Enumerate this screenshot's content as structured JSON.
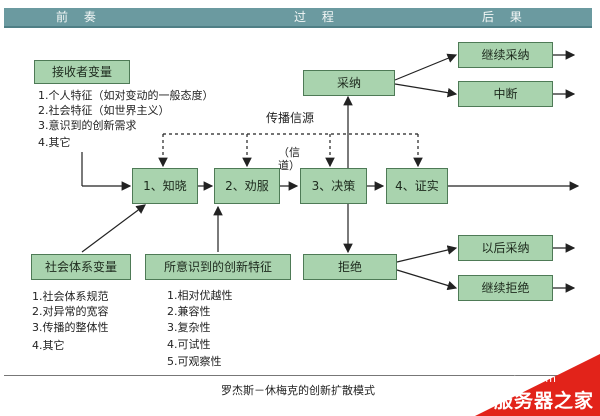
{
  "header": {
    "left": "前 奏",
    "middle": "过 程",
    "right": "后 果"
  },
  "receiver": {
    "title": "接收者变量",
    "items": [
      "1.个人特征（如对变动的一般态度）",
      "2.社会特征（如世界主义）",
      "3.意识到的创新需求",
      "4.其它"
    ]
  },
  "social": {
    "title": "社会体系变量",
    "items": [
      "1.社会体系规范",
      "2.对异常的宽容",
      "3.传播的整体性",
      "4.其它"
    ]
  },
  "perceived": {
    "title": "所意识到的创新特征",
    "items": [
      "1.相对优越性",
      "2.兼容性",
      "3.复杂性",
      "4.可试性",
      "5.可观察性"
    ]
  },
  "process": {
    "sources_label": "传播信源",
    "channel_label": "（信道）",
    "stages": [
      "1、知晓",
      "2、劝服",
      "3、决策",
      "4、证实"
    ]
  },
  "outcomes": {
    "adopt": "采纳",
    "reject": "拒绝",
    "continue_adopt": "继续采纳",
    "discontinue": "中断",
    "later_adopt": "以后采纳",
    "continue_reject": "继续拒绝"
  },
  "caption": "罗杰斯－休梅克的创新扩散模式",
  "watermark": {
    "url": "www.zzvips.com",
    "brand": "服务器之家"
  },
  "colors": {
    "box_fill": "#a9d3ae",
    "box_border": "#4e7a56",
    "header": "#6b9aa0",
    "watermark": "#e2231a"
  }
}
